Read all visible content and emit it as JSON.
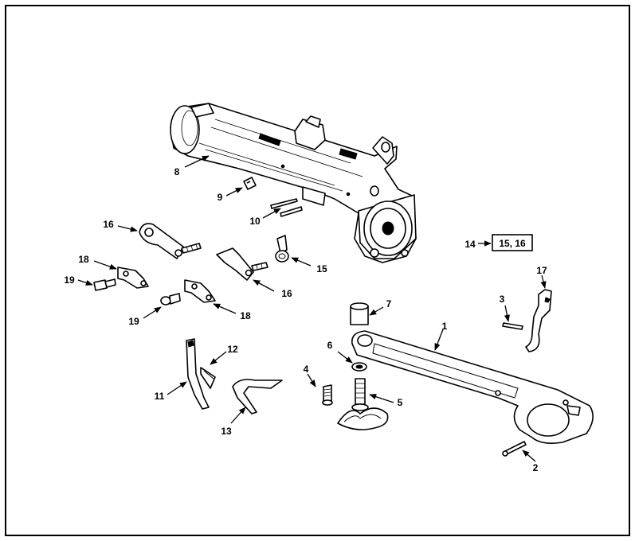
{
  "labels": {
    "c1": "1",
    "c2": "2",
    "c3": "3",
    "c4": "4",
    "c5": "5",
    "c6": "6",
    "c7": "7",
    "c8": "8",
    "c9": "9",
    "c10": "10",
    "c11": "11",
    "c12": "12",
    "c13": "13",
    "c14": "14",
    "c16a": "16",
    "c16b": "16",
    "c15": "15",
    "c17": "17",
    "c18a": "18",
    "c18b": "18",
    "c19a": "19",
    "c19b": "19",
    "ref_box": "15, 16"
  }
}
